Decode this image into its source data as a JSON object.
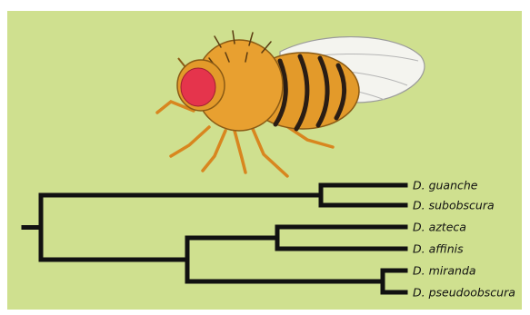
{
  "figure": {
    "panel_color": "#cfe08f",
    "illustration": "drosophila-fly",
    "fly_colors": {
      "body": "#e39a2a",
      "stripes": "#2a1d14",
      "eye": "#e5344c",
      "wing": "#f4f4ef"
    }
  },
  "tree": {
    "taxa": [
      "D. guanche",
      "D. subobscura",
      "D. azteca",
      "D. affinis",
      "D. miranda",
      "D. pseudoobscura"
    ],
    "clades": [
      [
        "D. guanche",
        "D. subobscura"
      ],
      [
        "D. azteca",
        "D. affinis"
      ],
      [
        "D. miranda",
        "D. pseudoobscura"
      ],
      [
        "D. azteca",
        "D. affinis",
        "D. miranda",
        "D. pseudoobscura"
      ]
    ]
  }
}
